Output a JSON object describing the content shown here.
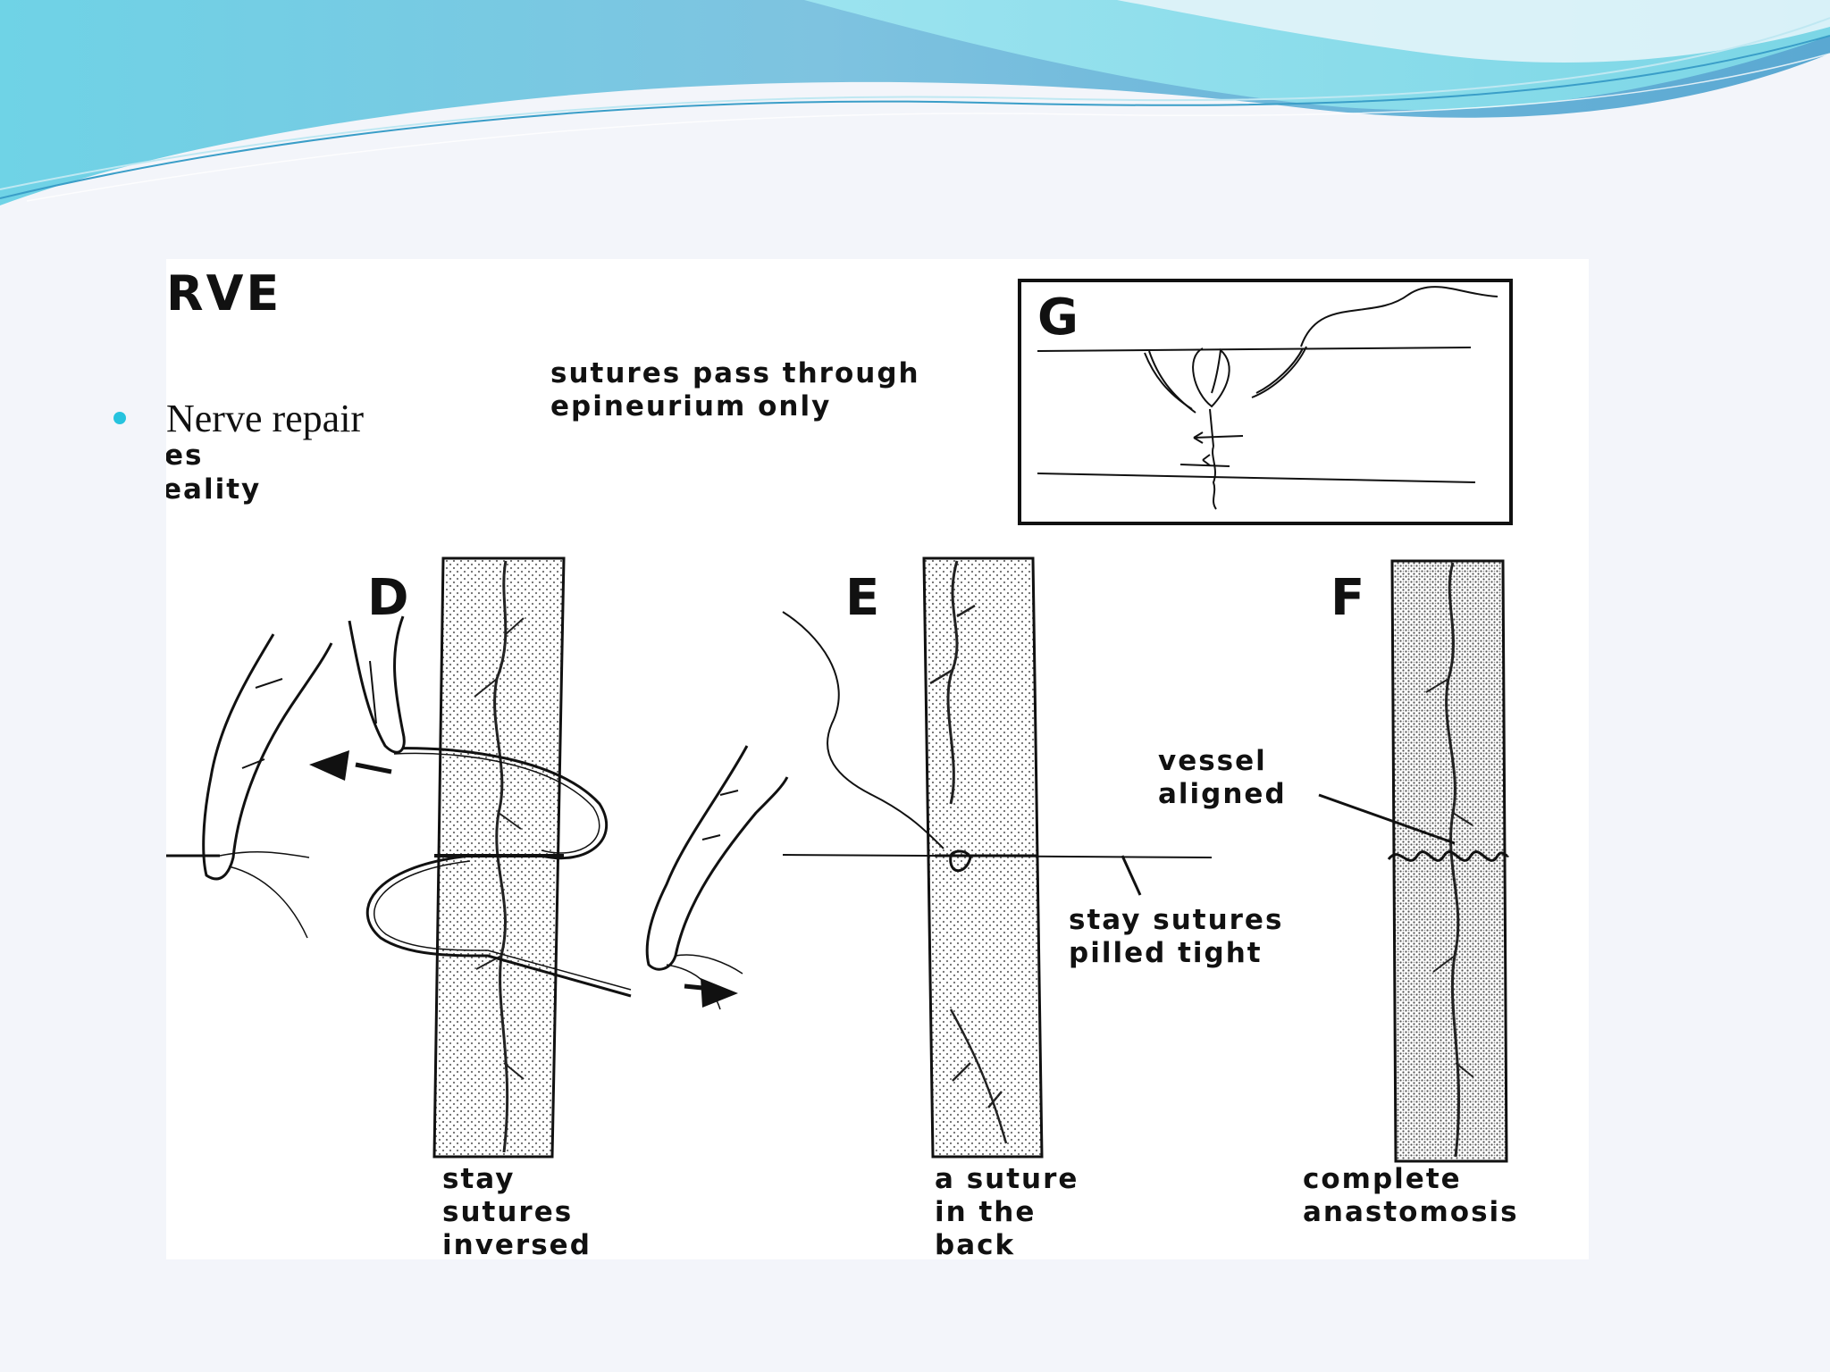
{
  "slide": {
    "bullet_text": "Nerve repair"
  },
  "figure": {
    "title_fragment": "RVE",
    "fragment_lines": [
      "es",
      "eality"
    ],
    "panels": {
      "G": {
        "letter": "G",
        "caption_lines": [
          "sutures pass through",
          "epineurium only"
        ]
      },
      "D": {
        "letter": "D",
        "caption_lines": [
          "stay",
          "sutures",
          "inversed"
        ]
      },
      "E": {
        "letter": "E",
        "caption_lines": [
          "a suture",
          "in the",
          "back"
        ],
        "callout_lines": [
          "stay sutures",
          "pilled tight"
        ]
      },
      "F": {
        "letter": "F",
        "caption_lines": [
          "complete",
          "anastomosis"
        ],
        "callout_lines": [
          "vessel",
          "aligned"
        ]
      }
    }
  },
  "colors": {
    "accent_bullet": "#26c3de",
    "header_wave_dark": "#4fa6cc",
    "header_wave_light": "#8fe0ee",
    "ink": "#111111"
  }
}
